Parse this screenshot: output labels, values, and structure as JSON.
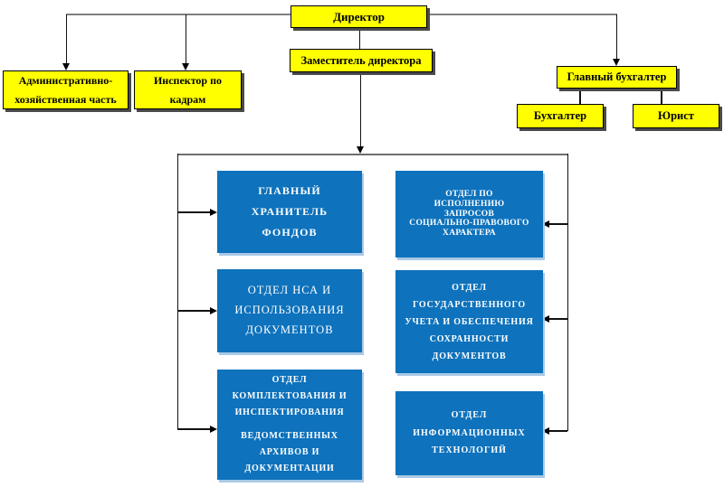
{
  "colors": {
    "node_yellow": "#FFFF00",
    "node_blue": "#0E72BC",
    "line_gray": "#808080",
    "line_black": "#111111",
    "text_dark": "#000000",
    "text_light": "#FFFFFF"
  },
  "nodes": {
    "director": {
      "label": "Директор"
    },
    "deputy_director": {
      "label": "Заместитель директора"
    },
    "admin_household": {
      "lines": [
        "Административно-",
        "хозяйственная часть"
      ]
    },
    "hr_inspector": {
      "lines": [
        "Инспектор по",
        "кадрам"
      ]
    },
    "chief_accountant": {
      "label": "Главный бухгалтер"
    },
    "accountant": {
      "label": "Бухгалтер"
    },
    "lawyer": {
      "label": "Юрист"
    },
    "chief_custodian_of_fonds": {
      "lines": [
        "ГЛАВНЫЙ",
        "ХРАНИТЕЛЬ",
        "ФОНДОВ"
      ]
    },
    "nsa_and_documents_use_dept": {
      "lines": [
        "ОТДЕЛ НСА И",
        "ИСПОЛЬЗОВАНИЯ",
        "ДОКУМЕНТОВ"
      ]
    },
    "acquisition_inspection_dept": {
      "lines_upper": [
        "ОТДЕЛ",
        "КОМПЛЕКТОВАНИЯ  И",
        "ИНСПЕКТИРОВАНИЯ"
      ],
      "lines_lower": [
        "ВЕДОМСТВЕННЫХ",
        "АРХИВОВ И",
        "ДОКУМЕНТАЦИИ"
      ]
    },
    "social_legal_requests_dept": {
      "lines": [
        "ОТДЕЛ ПО",
        "ИСПОЛНЕНИЮ",
        "ЗАПРОСОВ",
        "СОЦИАЛЬНО-ПРАВОВОГО",
        "ХАРАКТЕРА"
      ]
    },
    "state_accounting_preservation_dept": {
      "lines": [
        "ОТДЕЛ",
        "ГОСУДАРСТВЕННОГО",
        "УЧЕТА И ОБЕСПЕЧЕНИЯ",
        "СОХРАННОСТИ",
        "ДОКУМЕНТОВ"
      ]
    },
    "information_technology_dept": {
      "lines": [
        "ОТДЕЛ",
        "ИНФОРМАЦИОННЫХ",
        "ТЕХНОЛОГИЙ"
      ]
    }
  }
}
